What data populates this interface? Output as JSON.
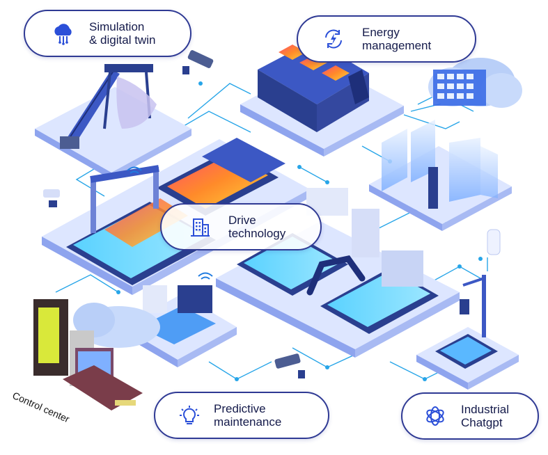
{
  "labels": {
    "simulation": {
      "line1": "Simulation",
      "line2": "& digital twin",
      "icon": "cloud-circuit-icon"
    },
    "energy": {
      "line1": "Energy",
      "line2": "management",
      "icon": "energy-cycle-icon"
    },
    "drive": {
      "line1": "Drive",
      "line2": "technology",
      "icon": "buildings-icon"
    },
    "predictive": {
      "line1": "Predictive",
      "line2": "maintenance",
      "icon": "lightbulb-icon"
    },
    "chatgpt": {
      "line1": "Industrial",
      "line2": "Chatgpt",
      "icon": "openai-knot-icon"
    },
    "control_center": "Control center"
  },
  "colors": {
    "pill_border": "#2f3a94",
    "icon_blue": "#2b4fd8",
    "platform_top": "#dde6ff",
    "platform_side": "#8ea4ee",
    "machine_dark": "#2a3f8f",
    "heat_orange": "#ff7a2e",
    "connector": "#27a5e8",
    "text": "#141a4a"
  }
}
